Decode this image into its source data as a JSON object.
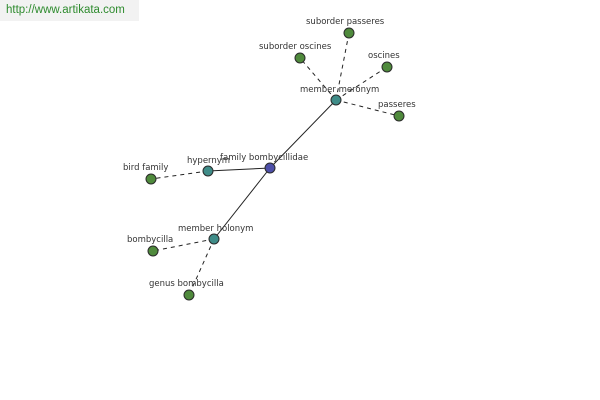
{
  "header": {
    "url": "http://www.artikata.com"
  },
  "colors": {
    "center": "#4d4fa8",
    "relation": "#3f8c88",
    "leaf": "#4f8a3c",
    "edge": "#222222"
  },
  "graph": {
    "nodes": [
      {
        "id": "family-bombycillidae",
        "label": "family bombycillidae",
        "kind": "center"
      },
      {
        "id": "member-meronym",
        "label": "member meronym",
        "kind": "relation"
      },
      {
        "id": "hypernym",
        "label": "hypernym",
        "kind": "relation"
      },
      {
        "id": "member-holonym",
        "label": "member holonym",
        "kind": "relation"
      },
      {
        "id": "suborder-passeres",
        "label": "suborder passeres",
        "kind": "leaf"
      },
      {
        "id": "suborder-oscines",
        "label": "suborder oscines",
        "kind": "leaf"
      },
      {
        "id": "oscines",
        "label": "oscines",
        "kind": "leaf"
      },
      {
        "id": "passeres",
        "label": "passeres",
        "kind": "leaf"
      },
      {
        "id": "bird-family",
        "label": "bird family",
        "kind": "leaf"
      },
      {
        "id": "bombycilla",
        "label": "bombycilla",
        "kind": "leaf"
      },
      {
        "id": "genus-bombycilla",
        "label": "genus bombycilla",
        "kind": "leaf"
      }
    ],
    "edges": [
      {
        "from": "family-bombycillidae",
        "to": "member-meronym",
        "style": "solid"
      },
      {
        "from": "family-bombycillidae",
        "to": "hypernym",
        "style": "solid"
      },
      {
        "from": "family-bombycillidae",
        "to": "member-holonym",
        "style": "solid"
      },
      {
        "from": "member-meronym",
        "to": "suborder-passeres",
        "style": "dashed"
      },
      {
        "from": "member-meronym",
        "to": "suborder-oscines",
        "style": "dashed"
      },
      {
        "from": "member-meronym",
        "to": "oscines",
        "style": "dashed"
      },
      {
        "from": "member-meronym",
        "to": "passeres",
        "style": "dashed"
      },
      {
        "from": "hypernym",
        "to": "bird-family",
        "style": "dashed"
      },
      {
        "from": "member-holonym",
        "to": "bombycilla",
        "style": "dashed"
      },
      {
        "from": "member-holonym",
        "to": "genus-bombycilla",
        "style": "dashed"
      }
    ]
  }
}
